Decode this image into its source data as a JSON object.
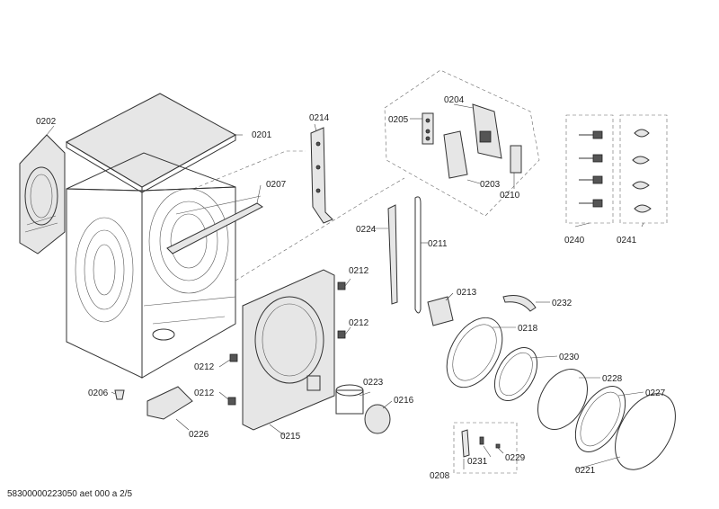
{
  "footer": {
    "document_ref": "58300000223050 aet 000 a 2/5"
  },
  "labels": {
    "p0201": "0201",
    "p0202": "0202",
    "p0203": "0203",
    "p0204": "0204",
    "p0205": "0205",
    "p0206": "0206",
    "p0207": "0207",
    "p0208": "0208",
    "p0210": "0210",
    "p0211": "0211",
    "p0212a": "0212",
    "p0212b": "0212",
    "p0212c": "0212",
    "p0212d": "0212",
    "p0213": "0213",
    "p0214": "0214",
    "p0215": "0215",
    "p0216": "0216",
    "p0218": "0218",
    "p0221": "0221",
    "p0223": "0223",
    "p0224": "0224",
    "p0226": "0226",
    "p0227": "0227",
    "p0228": "0228",
    "p0229": "0229",
    "p0230": "0230",
    "p0231": "0231",
    "p0232": "0232",
    "p0240": "0240",
    "p0241": "0241"
  }
}
